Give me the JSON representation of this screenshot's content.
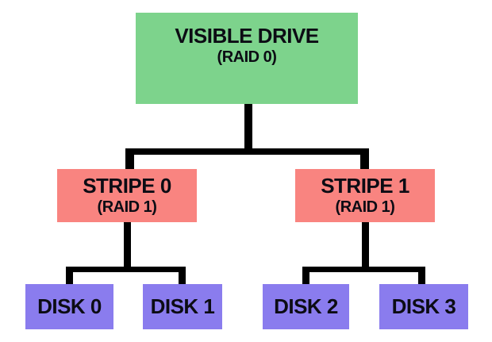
{
  "diagram": {
    "background": "#ffffff",
    "connector_color": "#000000",
    "text_color": "#0c0c14",
    "nodes": {
      "visible_drive": {
        "title": "VISIBLE DRIVE",
        "subtitle": "(RAID 0)",
        "color": "#7dd38c"
      },
      "stripe_0": {
        "title": "STRIPE 0",
        "subtitle": "(RAID 1)",
        "color": "#f98480"
      },
      "stripe_1": {
        "title": "STRIPE 1",
        "subtitle": "(RAID 1)",
        "color": "#f98480"
      },
      "disk_0": {
        "title": "DISK 0",
        "color": "#8a7cee"
      },
      "disk_1": {
        "title": "DISK 1",
        "color": "#8a7cee"
      },
      "disk_2": {
        "title": "DISK 2",
        "color": "#8a7cee"
      },
      "disk_3": {
        "title": "DISK 3",
        "color": "#8a7cee"
      }
    }
  }
}
